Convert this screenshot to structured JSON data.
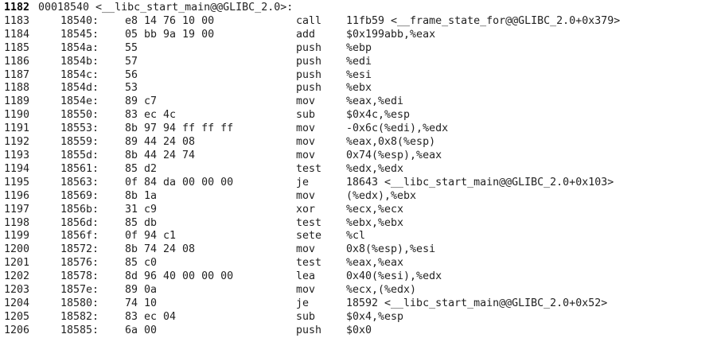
{
  "header": {
    "line": "1182",
    "text": "00018540 <__libc_start_main@@GLIBC_2.0>:"
  },
  "rows": [
    {
      "line": "1183",
      "addr": "18540:",
      "bytes": "e8 14 76 10 00",
      "mn": "call",
      "op": "11fb59 <__frame_state_for@@GLIBC_2.0+0x379>"
    },
    {
      "line": "1184",
      "addr": "18545:",
      "bytes": "05 bb 9a 19 00",
      "mn": "add",
      "op": "$0x199abb,%eax"
    },
    {
      "line": "1185",
      "addr": "1854a:",
      "bytes": "55",
      "mn": "push",
      "op": "%ebp"
    },
    {
      "line": "1186",
      "addr": "1854b:",
      "bytes": "57",
      "mn": "push",
      "op": "%edi"
    },
    {
      "line": "1187",
      "addr": "1854c:",
      "bytes": "56",
      "mn": "push",
      "op": "%esi"
    },
    {
      "line": "1188",
      "addr": "1854d:",
      "bytes": "53",
      "mn": "push",
      "op": "%ebx"
    },
    {
      "line": "1189",
      "addr": "1854e:",
      "bytes": "89 c7",
      "mn": "mov",
      "op": "%eax,%edi"
    },
    {
      "line": "1190",
      "addr": "18550:",
      "bytes": "83 ec 4c",
      "mn": "sub",
      "op": "$0x4c,%esp"
    },
    {
      "line": "1191",
      "addr": "18553:",
      "bytes": "8b 97 94 ff ff ff",
      "mn": "mov",
      "op": "-0x6c(%edi),%edx"
    },
    {
      "line": "1192",
      "addr": "18559:",
      "bytes": "89 44 24 08",
      "mn": "mov",
      "op": "%eax,0x8(%esp)"
    },
    {
      "line": "1193",
      "addr": "1855d:",
      "bytes": "8b 44 24 74",
      "mn": "mov",
      "op": "0x74(%esp),%eax"
    },
    {
      "line": "1194",
      "addr": "18561:",
      "bytes": "85 d2",
      "mn": "test",
      "op": "%edx,%edx"
    },
    {
      "line": "1195",
      "addr": "18563:",
      "bytes": "0f 84 da 00 00 00",
      "mn": "je",
      "op": "18643 <__libc_start_main@@GLIBC_2.0+0x103>"
    },
    {
      "line": "1196",
      "addr": "18569:",
      "bytes": "8b 1a",
      "mn": "mov",
      "op": "(%edx),%ebx"
    },
    {
      "line": "1197",
      "addr": "1856b:",
      "bytes": "31 c9",
      "mn": "xor",
      "op": "%ecx,%ecx"
    },
    {
      "line": "1198",
      "addr": "1856d:",
      "bytes": "85 db",
      "mn": "test",
      "op": "%ebx,%ebx"
    },
    {
      "line": "1199",
      "addr": "1856f:",
      "bytes": "0f 94 c1",
      "mn": "sete",
      "op": "%cl"
    },
    {
      "line": "1200",
      "addr": "18572:",
      "bytes": "8b 74 24 08",
      "mn": "mov",
      "op": "0x8(%esp),%esi"
    },
    {
      "line": "1201",
      "addr": "18576:",
      "bytes": "85 c0",
      "mn": "test",
      "op": "%eax,%eax"
    },
    {
      "line": "1202",
      "addr": "18578:",
      "bytes": "8d 96 40 00 00 00",
      "mn": "lea",
      "op": "0x40(%esi),%edx"
    },
    {
      "line": "1203",
      "addr": "1857e:",
      "bytes": "89 0a",
      "mn": "mov",
      "op": "%ecx,(%edx)"
    },
    {
      "line": "1204",
      "addr": "18580:",
      "bytes": "74 10",
      "mn": "je",
      "op": "18592 <__libc_start_main@@GLIBC_2.0+0x52>"
    },
    {
      "line": "1205",
      "addr": "18582:",
      "bytes": "83 ec 04",
      "mn": "sub",
      "op": "$0x4,%esp"
    },
    {
      "line": "1206",
      "addr": "18585:",
      "bytes": "6a 00",
      "mn": "push",
      "op": "$0x0"
    }
  ]
}
